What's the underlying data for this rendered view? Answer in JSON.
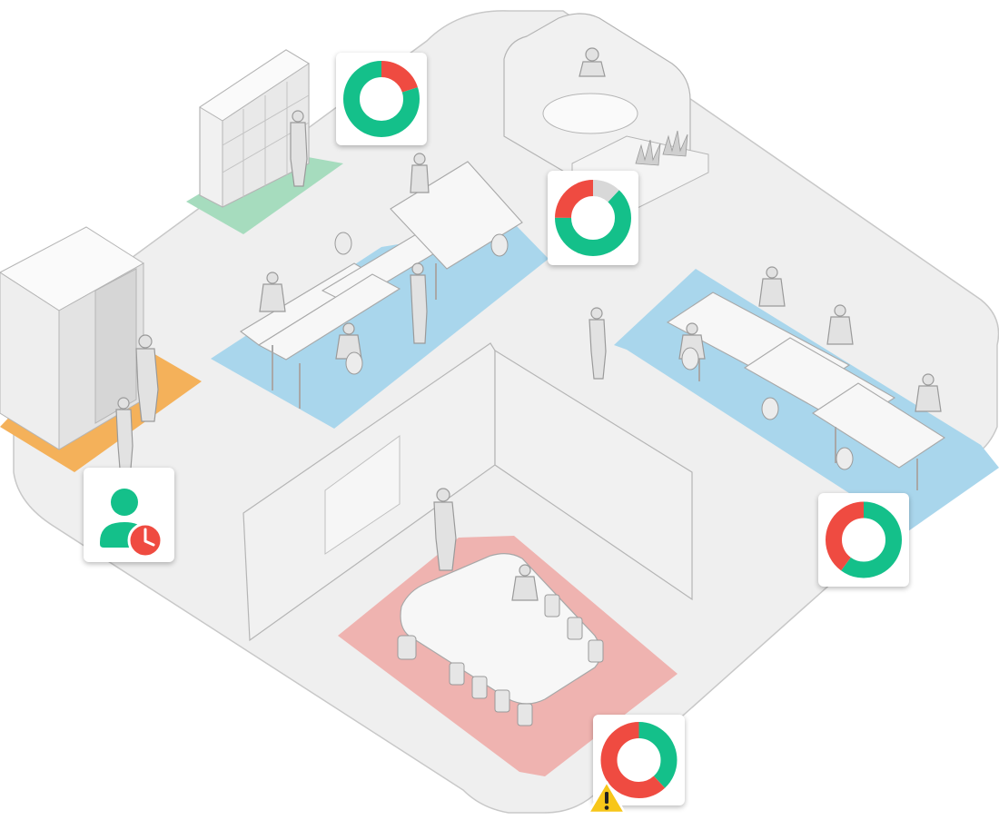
{
  "colors": {
    "floor": "#efefef",
    "floor_edge": "#c8c8c8",
    "zone_desk": "#a9d6ec",
    "zone_locker": "#a6dcbe",
    "zone_phone_booth": "#f4b15a",
    "zone_meeting": "#efb3b0",
    "occupied": "#ef4b41",
    "available": "#14c08a",
    "neutral": "#d8d8d8",
    "warning": "#f7c619"
  },
  "occupancy_cards": [
    {
      "id": "lockers",
      "segments": [
        {
          "status": "occupied",
          "fraction": 0.2
        },
        {
          "status": "available",
          "fraction": 0.8
        }
      ]
    },
    {
      "id": "desks-north",
      "segments": [
        {
          "status": "neutral",
          "fraction": 0.12
        },
        {
          "status": "available",
          "fraction": 0.63
        },
        {
          "status": "occupied",
          "fraction": 0.25
        }
      ]
    },
    {
      "id": "desks-east",
      "segments": [
        {
          "status": "available",
          "fraction": 0.6
        },
        {
          "status": "occupied",
          "fraction": 0.4
        }
      ]
    },
    {
      "id": "meeting-room",
      "segments": [
        {
          "status": "available",
          "fraction": 0.38
        },
        {
          "status": "occupied",
          "fraction": 0.62
        }
      ],
      "alert": "warning-icon"
    }
  ],
  "status_cards": [
    {
      "id": "phone-booth",
      "icon": "user-clock-icon"
    }
  ]
}
